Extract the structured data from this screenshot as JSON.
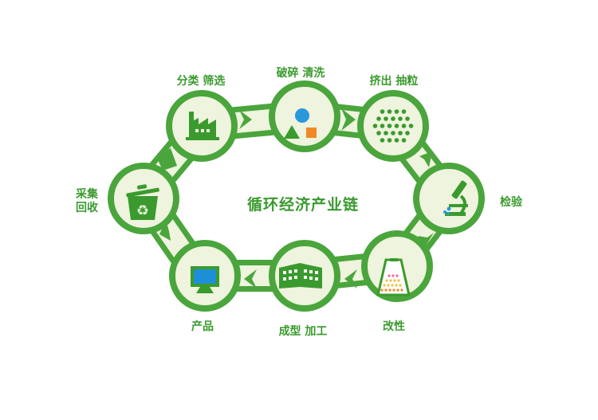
{
  "diagram": {
    "center_title": "循环经济产业链",
    "stages": [
      {
        "id": "sort",
        "label": "分类 筛选",
        "icon": "factory-icon"
      },
      {
        "id": "crush",
        "label": "破碎 清洗",
        "icon": "shapes-icon"
      },
      {
        "id": "extrude",
        "label": "挤出 抽粒",
        "icon": "pellets-icon"
      },
      {
        "id": "inspect",
        "label": "检验",
        "icon": "microscope-icon"
      },
      {
        "id": "modify",
        "label": "改性",
        "icon": "flask-icon"
      },
      {
        "id": "form",
        "label": "成型 加工",
        "icon": "building-icon"
      },
      {
        "id": "product",
        "label": "产品",
        "icon": "monitor-icon"
      },
      {
        "id": "collect",
        "label_line1": "采集",
        "label_line2": "回收",
        "icon": "recycle-bin-icon"
      }
    ],
    "colors": {
      "ring_green": "#4aa53c",
      "node_fill": "#eef4dd",
      "icon_green": "#3a9a2e",
      "screen_blue": "#1e8fd6",
      "circle_blue": "#2b98dc",
      "square_orange": "#f08a24",
      "flask_pink": "#f06aa0",
      "flask_yellow": "#f2c23a"
    }
  }
}
